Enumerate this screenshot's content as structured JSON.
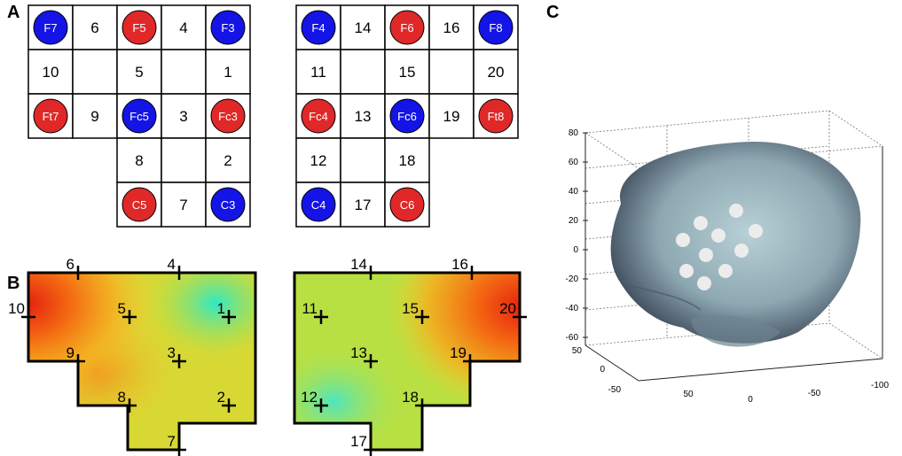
{
  "panels": {
    "a": "A",
    "b": "B",
    "c": "C"
  },
  "colors": {
    "red": "#e02828",
    "blue": "#1414e6"
  },
  "grid_left": [
    [
      {
        "t": "e",
        "label": "F7",
        "color": "blue"
      },
      {
        "t": "n",
        "label": "6"
      },
      {
        "t": "e",
        "label": "F5",
        "color": "red"
      },
      {
        "t": "n",
        "label": "4"
      },
      {
        "t": "e",
        "label": "F3",
        "color": "blue"
      }
    ],
    [
      {
        "t": "n",
        "label": "10"
      },
      {
        "t": "x"
      },
      {
        "t": "n",
        "label": "5"
      },
      {
        "t": "x"
      },
      {
        "t": "n",
        "label": "1"
      }
    ],
    [
      {
        "t": "e",
        "label": "Ft7",
        "color": "red"
      },
      {
        "t": "n",
        "label": "9"
      },
      {
        "t": "e",
        "label": "Fc5",
        "color": "blue"
      },
      {
        "t": "n",
        "label": "3"
      },
      {
        "t": "e",
        "label": "Fc3",
        "color": "red"
      }
    ],
    [
      null,
      null,
      {
        "t": "n",
        "label": "8"
      },
      {
        "t": "x"
      },
      {
        "t": "n",
        "label": "2"
      }
    ],
    [
      null,
      null,
      {
        "t": "e",
        "label": "C5",
        "color": "red"
      },
      {
        "t": "n",
        "label": "7"
      },
      {
        "t": "e",
        "label": "C3",
        "color": "blue"
      }
    ]
  ],
  "grid_right": [
    [
      {
        "t": "e",
        "label": "F4",
        "color": "blue"
      },
      {
        "t": "n",
        "label": "14"
      },
      {
        "t": "e",
        "label": "F6",
        "color": "red"
      },
      {
        "t": "n",
        "label": "16"
      },
      {
        "t": "e",
        "label": "F8",
        "color": "blue"
      }
    ],
    [
      {
        "t": "n",
        "label": "11"
      },
      {
        "t": "x"
      },
      {
        "t": "n",
        "label": "15"
      },
      {
        "t": "x"
      },
      {
        "t": "n",
        "label": "20"
      }
    ],
    [
      {
        "t": "e",
        "label": "Fc4",
        "color": "red"
      },
      {
        "t": "n",
        "label": "13"
      },
      {
        "t": "e",
        "label": "Fc6",
        "color": "blue"
      },
      {
        "t": "n",
        "label": "19"
      },
      {
        "t": "e",
        "label": "Ft8",
        "color": "red"
      }
    ],
    [
      {
        "t": "n",
        "label": "12"
      },
      {
        "t": "x"
      },
      {
        "t": "n",
        "label": "18"
      },
      null,
      null
    ],
    [
      {
        "t": "e",
        "label": "C4",
        "color": "blue"
      },
      {
        "t": "n",
        "label": "17"
      },
      {
        "t": "e",
        "label": "C6",
        "color": "red"
      },
      null,
      null
    ]
  ],
  "map_left_labels": [
    "6",
    "4",
    "10",
    "5",
    "1",
    "9",
    "3",
    "8",
    "2",
    "7"
  ],
  "map_right_labels": [
    "14",
    "16",
    "11",
    "15",
    "20",
    "13",
    "19",
    "12",
    "18",
    "17"
  ],
  "plot3d": {
    "z_ticks": [
      "80",
      "60",
      "40",
      "20",
      "0",
      "-20",
      "-40",
      "-60"
    ],
    "x_ticks": [
      "50",
      "0",
      "-50",
      "-100"
    ],
    "y_ticks": [
      "50",
      "0",
      "-50"
    ]
  }
}
